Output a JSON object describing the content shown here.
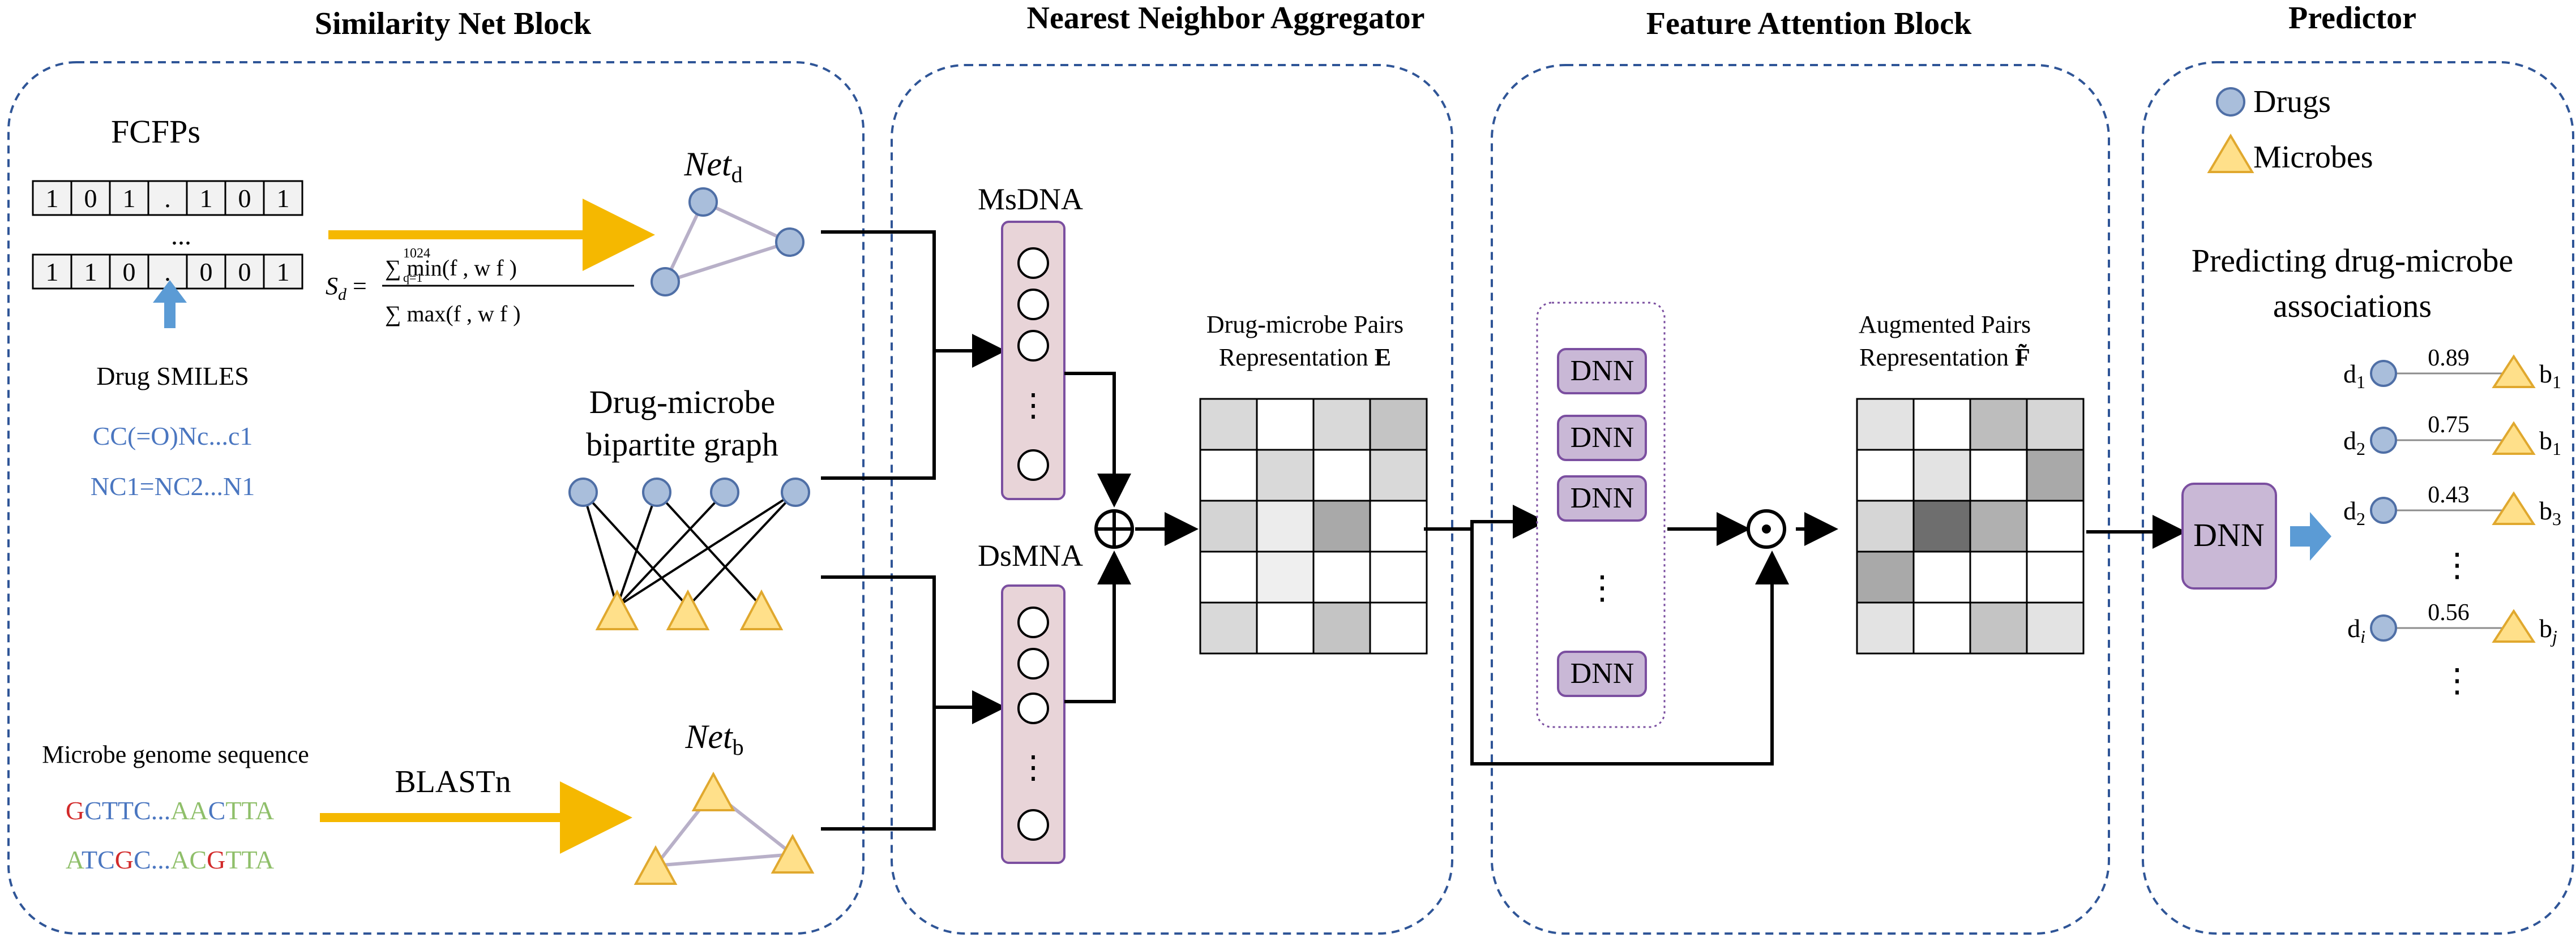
{
  "blocks": {
    "similarity": "Similarity Net Block",
    "aggregator": "Nearest Neighbor Aggregator",
    "attention": "Feature Attention Block",
    "predictor": "Predictor"
  },
  "fcfp": {
    "title": "FCFPs",
    "row1": [
      "1",
      "0",
      "1",
      ".",
      "1",
      "0",
      "1"
    ],
    "row2": [
      "1",
      "1",
      "0",
      ".",
      "0",
      "0",
      "1"
    ],
    "ellipsis": "...",
    "drug_smiles_label": "Drug SMILES",
    "smiles1": "CC(=O)Nc...c1",
    "smiles2": "NC1=NC2...N1"
  },
  "formula": {
    "lhs": "S",
    "lhs_sub": "d",
    "numerator": "∑ min(f , w f )",
    "denominator": "∑ max(f , w f )",
    "sum_upper": "1024",
    "sum_lower": "q=1"
  },
  "net_d": {
    "label": "Net",
    "sub": "d"
  },
  "net_b": {
    "label": "Net",
    "sub": "b"
  },
  "bipartite": {
    "line1": "Drug-microbe",
    "line2": "bipartite graph"
  },
  "microbe": {
    "label": "Microbe genome sequence",
    "seq1": [
      {
        "t": "G",
        "c": "#d22a2a"
      },
      {
        "t": "CTTC",
        "c": "#4a76c0"
      },
      {
        "t": "...",
        "c": "#4a76c0"
      },
      {
        "t": "AA",
        "c": "#8fbf6a"
      },
      {
        "t": "C",
        "c": "#4a76c0"
      },
      {
        "t": "TTA",
        "c": "#8fbf6a"
      }
    ],
    "seq2": [
      {
        "t": "A",
        "c": "#8fbf6a"
      },
      {
        "t": "TC",
        "c": "#4a76c0"
      },
      {
        "t": "G",
        "c": "#d22a2a"
      },
      {
        "t": "C",
        "c": "#4a76c0"
      },
      {
        "t": "...",
        "c": "#4a76c0"
      },
      {
        "t": "AC",
        "c": "#8fbf6a"
      },
      {
        "t": "G",
        "c": "#d22a2a"
      },
      {
        "t": "TTA",
        "c": "#8fbf6a"
      }
    ],
    "blast": "BLASTn"
  },
  "aggregator": {
    "msdna": "MsDNA",
    "dsmna": "DsMNA",
    "pairs_line1": "Drug-microbe Pairs",
    "pairs_line2": "Representation",
    "pairs_symbol": "E"
  },
  "attention": {
    "dnn": "DNN",
    "augmented_line1": "Augmented Pairs",
    "augmented_line2": "Representation",
    "augmented_symbol": "F̃"
  },
  "predictor": {
    "legend_drugs": "Drugs",
    "legend_microbes": "Microbes",
    "title_line1": "Predicting drug-microbe",
    "title_line2": "associations",
    "dnn": "DNN",
    "pairs": [
      {
        "d": "d",
        "dsub": "1",
        "score": "0.89",
        "b": "b",
        "bsub": "1"
      },
      {
        "d": "d",
        "dsub": "2",
        "score": "0.75",
        "b": "b",
        "bsub": "1"
      },
      {
        "d": "d",
        "dsub": "2",
        "score": "0.43",
        "b": "b",
        "bsub": "3"
      },
      {
        "d": "d",
        "dsub": "i",
        "score": "0.56",
        "b": "b",
        "bsub": "j"
      }
    ]
  },
  "colors": {
    "dashed_border": "#2f5597",
    "node_fill": "#a9bedb",
    "node_stroke": "#4f6fa6",
    "triangle_fill": "#ffe08a",
    "triangle_stroke": "#e0a82e",
    "arrow_yellow": "#f5b800",
    "arrow_blue": "#5b9bd5",
    "pink_fill": "#e8d4d8",
    "purple_fill": "#c9b8d6",
    "purple_stroke": "#7b4fa0"
  }
}
